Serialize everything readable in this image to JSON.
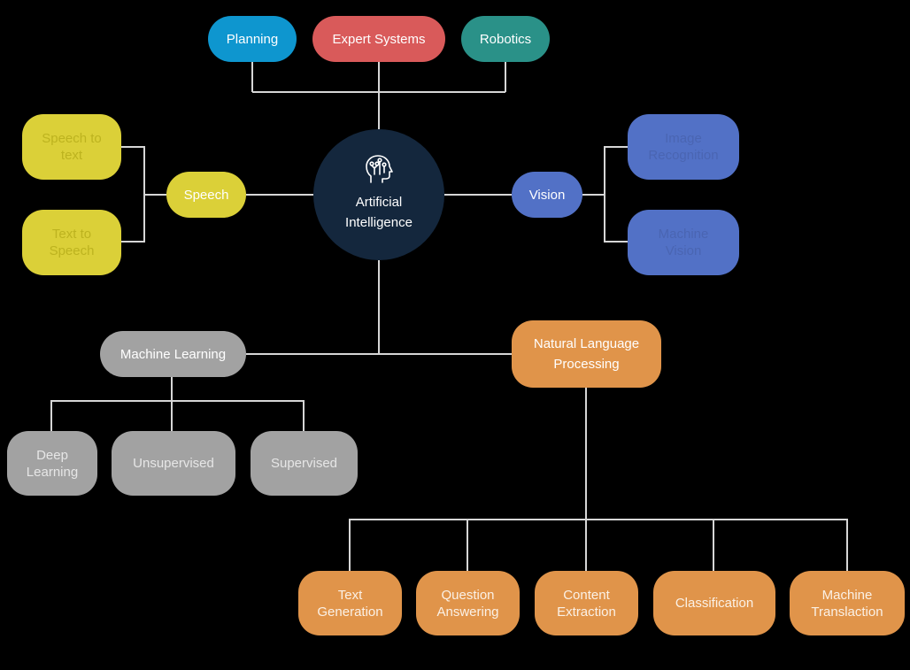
{
  "diagram": {
    "center": {
      "label": "Artificial Intelligence",
      "icon": "brain-circuit-icon",
      "color": "#14273d"
    },
    "top_branches": [
      {
        "label": "Planning",
        "color": "#0e96cf"
      },
      {
        "label": "Expert Systems",
        "color": "#d95a5a"
      },
      {
        "label": "Robotics",
        "color": "#2a9188"
      }
    ],
    "speech": {
      "label": "Speech",
      "color": "#dbd038",
      "children": [
        "Speech to text",
        "Text to Speech"
      ]
    },
    "vision": {
      "label": "Vision",
      "color": "#5271c6",
      "children": [
        "Image Recognition",
        "Machine Vision"
      ]
    },
    "machine_learning": {
      "label": "Machine Learning",
      "color": "#a2a2a2",
      "children": [
        "Deep Learning",
        "Unsupervised",
        "Supervised"
      ]
    },
    "nlp": {
      "label": "Natural Language Processing",
      "color": "#e0944a",
      "children": [
        "Text Generation",
        "Question Answering",
        "Content Extraction",
        "Classification",
        "Machine Translaction"
      ]
    },
    "connector_color": "#d6d6d6"
  }
}
